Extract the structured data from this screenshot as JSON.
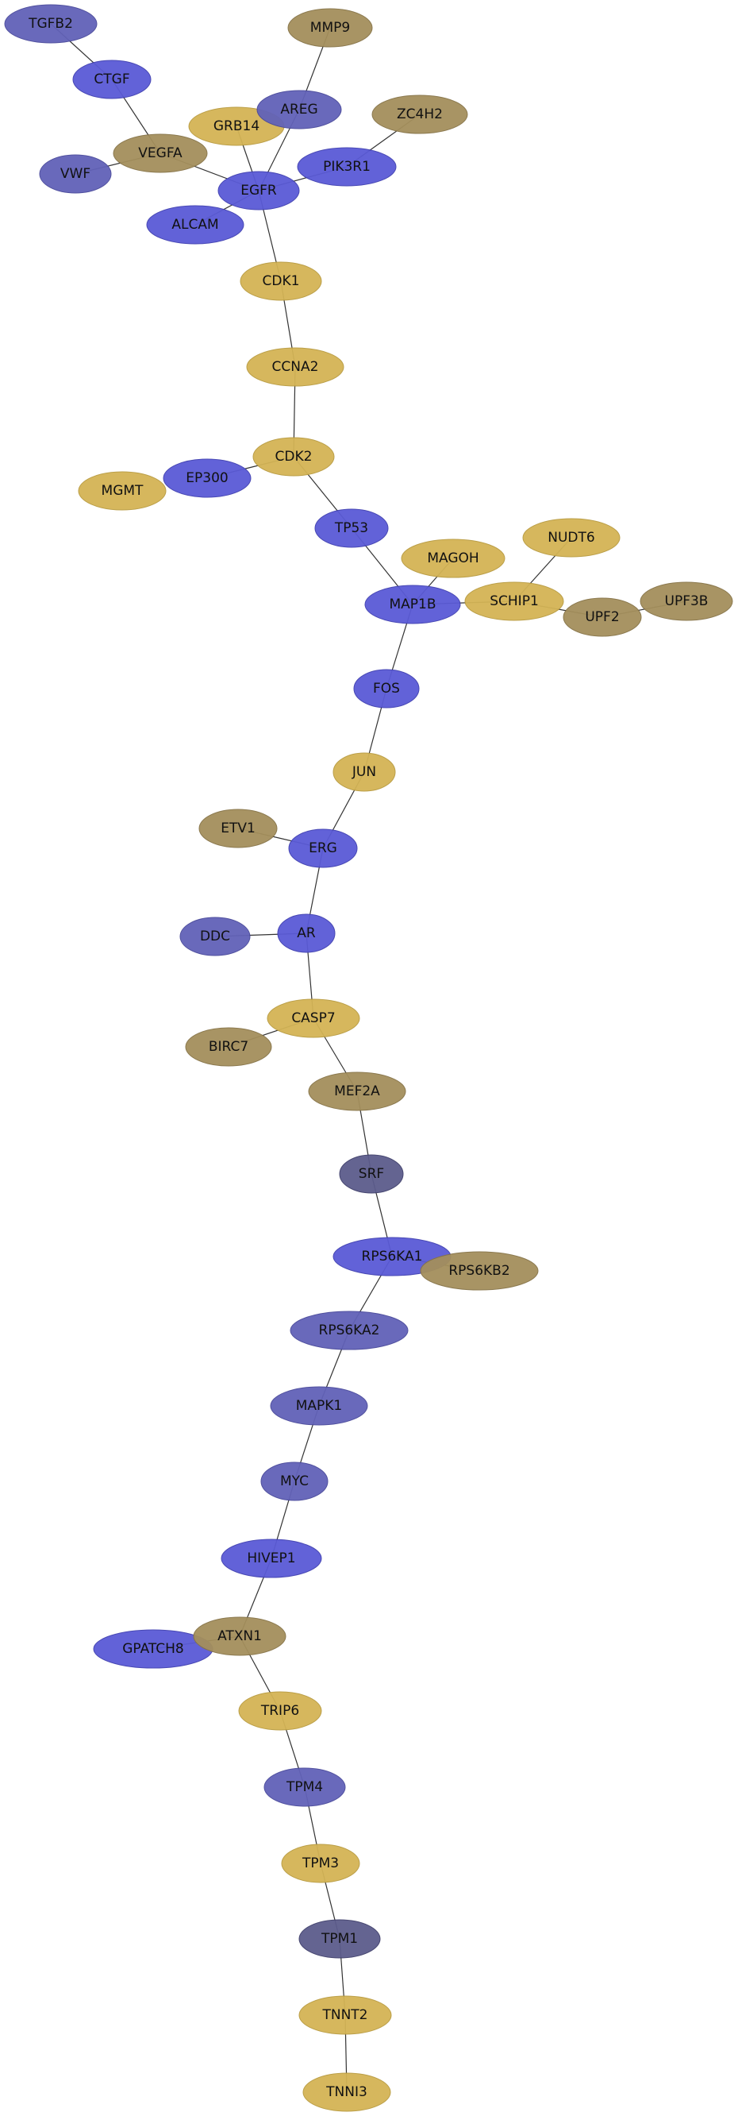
{
  "graph": {
    "palette": {
      "blue": "#5a5ad6",
      "slate": "#6262b8",
      "navy": "#5c5c8c",
      "gold": "#d4b455",
      "olive": "#a48f5c"
    },
    "nodes": [
      {
        "id": "TGFB2",
        "label": "TGFB2",
        "color": "slate"
      },
      {
        "id": "MMP9",
        "label": "MMP9",
        "color": "olive"
      },
      {
        "id": "CTGF",
        "label": "CTGF",
        "color": "blue"
      },
      {
        "id": "ZC4H2",
        "label": "ZC4H2",
        "color": "olive"
      },
      {
        "id": "GRB14",
        "label": "GRB14",
        "color": "gold"
      },
      {
        "id": "AREG",
        "label": "AREG",
        "color": "slate"
      },
      {
        "id": "VEGFA",
        "label": "VEGFA",
        "color": "olive"
      },
      {
        "id": "PIK3R1",
        "label": "PIK3R1",
        "color": "blue"
      },
      {
        "id": "VWF",
        "label": "VWF",
        "color": "slate"
      },
      {
        "id": "EGFR",
        "label": "EGFR",
        "color": "blue"
      },
      {
        "id": "ALCAM",
        "label": "ALCAM",
        "color": "blue"
      },
      {
        "id": "CDK1",
        "label": "CDK1",
        "color": "gold"
      },
      {
        "id": "CCNA2",
        "label": "CCNA2",
        "color": "gold"
      },
      {
        "id": "CDK2",
        "label": "CDK2",
        "color": "gold"
      },
      {
        "id": "EP300",
        "label": "EP300",
        "color": "blue"
      },
      {
        "id": "MGMT",
        "label": "MGMT",
        "color": "gold"
      },
      {
        "id": "TP53",
        "label": "TP53",
        "color": "blue"
      },
      {
        "id": "NUDT6",
        "label": "NUDT6",
        "color": "gold"
      },
      {
        "id": "MAGOH",
        "label": "MAGOH",
        "color": "gold"
      },
      {
        "id": "SCHIP1",
        "label": "SCHIP1",
        "color": "gold"
      },
      {
        "id": "UPF3B",
        "label": "UPF3B",
        "color": "olive"
      },
      {
        "id": "MAP1B",
        "label": "MAP1B",
        "color": "blue"
      },
      {
        "id": "UPF2",
        "label": "UPF2",
        "color": "olive"
      },
      {
        "id": "FOS",
        "label": "FOS",
        "color": "blue"
      },
      {
        "id": "JUN",
        "label": "JUN",
        "color": "gold"
      },
      {
        "id": "ETV1",
        "label": "ETV1",
        "color": "olive"
      },
      {
        "id": "ERG",
        "label": "ERG",
        "color": "blue"
      },
      {
        "id": "DDC",
        "label": "DDC",
        "color": "slate"
      },
      {
        "id": "AR",
        "label": "AR",
        "color": "blue"
      },
      {
        "id": "CASP7",
        "label": "CASP7",
        "color": "gold"
      },
      {
        "id": "BIRC7",
        "label": "BIRC7",
        "color": "olive"
      },
      {
        "id": "MEF2A",
        "label": "MEF2A",
        "color": "olive"
      },
      {
        "id": "SRF",
        "label": "SRF",
        "color": "navy"
      },
      {
        "id": "RPS6KA1",
        "label": "RPS6KA1",
        "color": "blue"
      },
      {
        "id": "RPS6KB2",
        "label": "RPS6KB2",
        "color": "olive"
      },
      {
        "id": "RPS6KA2",
        "label": "RPS6KA2",
        "color": "slate"
      },
      {
        "id": "MAPK1",
        "label": "MAPK1",
        "color": "slate"
      },
      {
        "id": "MYC",
        "label": "MYC",
        "color": "slate"
      },
      {
        "id": "HIVEP1",
        "label": "HIVEP1",
        "color": "blue"
      },
      {
        "id": "GPATCH8",
        "label": "GPATCH8",
        "color": "blue"
      },
      {
        "id": "ATXN1",
        "label": "ATXN1",
        "color": "olive"
      },
      {
        "id": "TRIP6",
        "label": "TRIP6",
        "color": "gold"
      },
      {
        "id": "TPM4",
        "label": "TPM4",
        "color": "slate"
      },
      {
        "id": "TPM3",
        "label": "TPM3",
        "color": "gold"
      },
      {
        "id": "TPM1",
        "label": "TPM1",
        "color": "navy"
      },
      {
        "id": "TNNT2",
        "label": "TNNT2",
        "color": "gold"
      },
      {
        "id": "TNNI3",
        "label": "TNNI3",
        "color": "gold"
      }
    ],
    "edges": [
      [
        "TGFB2",
        "CTGF"
      ],
      [
        "CTGF",
        "VEGFA"
      ],
      [
        "MMP9",
        "AREG"
      ],
      [
        "AREG",
        "EGFR"
      ],
      [
        "GRB14",
        "EGFR"
      ],
      [
        "VEGFA",
        "EGFR"
      ],
      [
        "VWF",
        "VEGFA"
      ],
      [
        "ZC4H2",
        "PIK3R1"
      ],
      [
        "PIK3R1",
        "EGFR"
      ],
      [
        "ALCAM",
        "EGFR"
      ],
      [
        "EGFR",
        "CDK1"
      ],
      [
        "CDK1",
        "CCNA2"
      ],
      [
        "CCNA2",
        "CDK2"
      ],
      [
        "CDK2",
        "EP300"
      ],
      [
        "CDK2",
        "TP53"
      ],
      [
        "TP53",
        "MAP1B"
      ],
      [
        "MAGOH",
        "MAP1B"
      ],
      [
        "MAP1B",
        "SCHIP1"
      ],
      [
        "NUDT6",
        "SCHIP1"
      ],
      [
        "SCHIP1",
        "UPF2"
      ],
      [
        "UPF2",
        "UPF3B"
      ],
      [
        "MAP1B",
        "FOS"
      ],
      [
        "FOS",
        "JUN"
      ],
      [
        "JUN",
        "ERG"
      ],
      [
        "ETV1",
        "ERG"
      ],
      [
        "ERG",
        "AR"
      ],
      [
        "DDC",
        "AR"
      ],
      [
        "AR",
        "CASP7"
      ],
      [
        "BIRC7",
        "CASP7"
      ],
      [
        "CASP7",
        "MEF2A"
      ],
      [
        "MEF2A",
        "SRF"
      ],
      [
        "SRF",
        "RPS6KA1"
      ],
      [
        "RPS6KA1",
        "RPS6KB2"
      ],
      [
        "RPS6KA1",
        "RPS6KA2"
      ],
      [
        "RPS6KA2",
        "MAPK1"
      ],
      [
        "MAPK1",
        "MYC"
      ],
      [
        "MYC",
        "HIVEP1"
      ],
      [
        "HIVEP1",
        "ATXN1"
      ],
      [
        "GPATCH8",
        "ATXN1"
      ],
      [
        "ATXN1",
        "TRIP6"
      ],
      [
        "TRIP6",
        "TPM4"
      ],
      [
        "TPM4",
        "TPM3"
      ],
      [
        "TPM3",
        "TPM1"
      ],
      [
        "TPM1",
        "TNNT2"
      ],
      [
        "TNNT2",
        "TNNI3"
      ]
    ]
  }
}
